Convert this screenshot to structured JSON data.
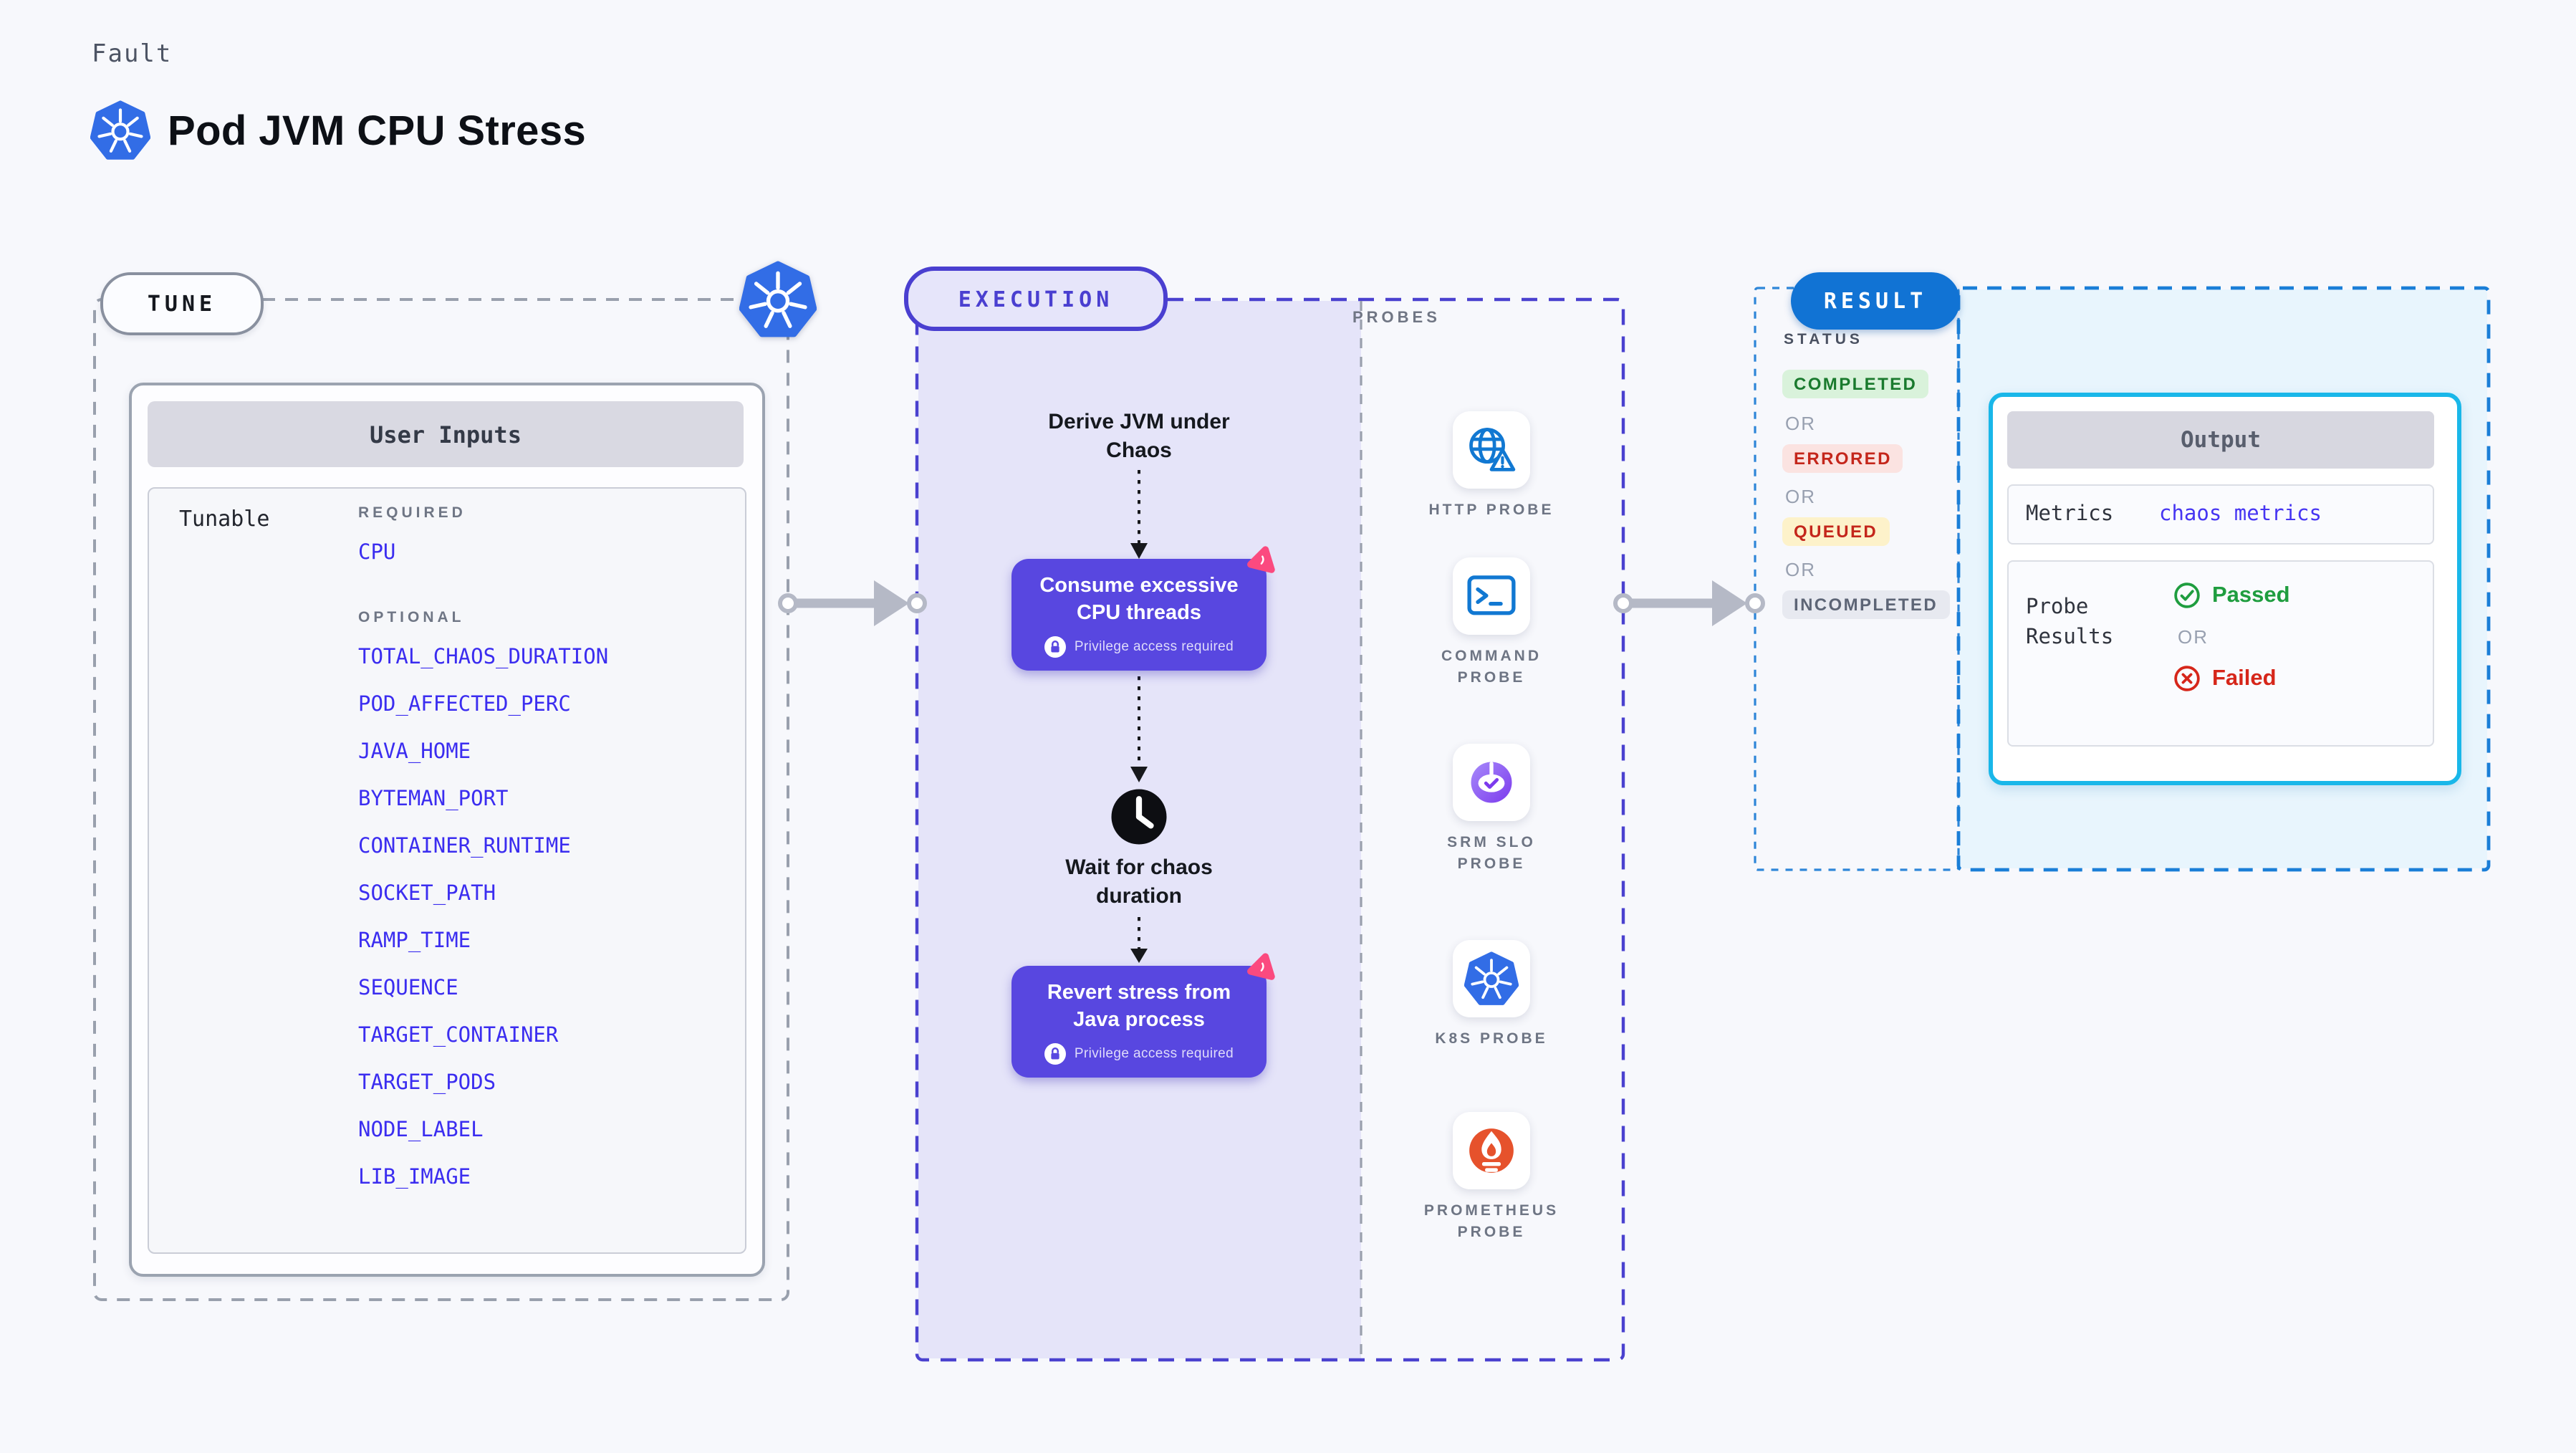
{
  "page": {
    "kind_label": "Fault",
    "title": "Pod JVM CPU Stress"
  },
  "tune": {
    "section_label": "TUNE",
    "card_title": "User Inputs",
    "row_label": "Tunable",
    "required_label": "REQUIRED",
    "required_items": [
      "CPU"
    ],
    "optional_label": "OPTIONAL",
    "optional_items": [
      "TOTAL_CHAOS_DURATION",
      "POD_AFFECTED_PERC",
      "JAVA_HOME",
      "BYTEMAN_PORT",
      "CONTAINER_RUNTIME",
      "SOCKET_PATH",
      "RAMP_TIME",
      "SEQUENCE",
      "TARGET_CONTAINER",
      "TARGET_PODS",
      "NODE_LABEL",
      "LIB_IMAGE"
    ]
  },
  "execution": {
    "section_label": "EXECUTION",
    "step1_label": "Derive JVM under Chaos",
    "step2_label": "Consume excessive CPU threads",
    "step2_badge": "Privilege access required",
    "step3_label": "Wait for chaos duration",
    "step4_label": "Revert stress from Java process",
    "step4_badge": "Privilege access required"
  },
  "probes": {
    "section_label": "PROBES",
    "items": [
      {
        "label": "HTTP PROBE",
        "icon": "globe-alert-icon"
      },
      {
        "label": "COMMAND PROBE",
        "icon": "terminal-icon"
      },
      {
        "label": "SRM SLO PROBE",
        "icon": "slo-pie-icon"
      },
      {
        "label": "K8S PROBE",
        "icon": "kubernetes-icon"
      },
      {
        "label": "PROMETHEUS PROBE",
        "icon": "prometheus-icon"
      }
    ]
  },
  "result": {
    "section_label": "RESULT",
    "status_label": "STATUS",
    "or_label": "OR",
    "statuses": [
      {
        "label": "COMPLETED",
        "variant": "success"
      },
      {
        "label": "ERRORED",
        "variant": "error"
      },
      {
        "label": "QUEUED",
        "variant": "warning"
      },
      {
        "label": "INCOMPLETED",
        "variant": "neutral"
      }
    ],
    "output": {
      "title": "Output",
      "metrics_label": "Metrics",
      "metrics_value": "chaos metrics",
      "probe_results_label": "Probe Results",
      "passed_label": "Passed",
      "or_label": "OR",
      "failed_label": "Failed"
    }
  },
  "colors": {
    "page_bg": "#f7f8fc",
    "accent_indigo": "#3b2df0",
    "action_purple": "#5847e0",
    "lavender_panel": "#e5e4f9",
    "execution_border": "#4a41cf",
    "result_blue": "#1173d4",
    "result_panel": "#e8f5fd",
    "output_border_cyan": "#19b7e9",
    "kubernetes_blue": "#326de6",
    "probe_icon_blue": "#1178d2",
    "prometheus_orange": "#e6522c",
    "litmus_pink": "#fb4a7f",
    "success_green": "#1f9d3f",
    "fail_red": "#d6261a",
    "queued_bg": "#fdf2ca",
    "arrow_gray": "#b5b9c6"
  }
}
